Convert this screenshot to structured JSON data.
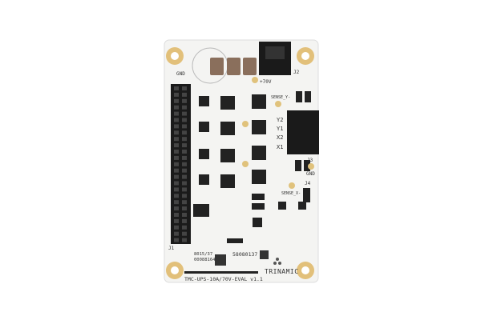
{
  "board": {
    "name": "TMC-UPS-10A/70V-EVAL v1.1",
    "brand": "TRINAMIC",
    "serial_1": "8015/37",
    "serial_2": "00088164",
    "part_number": "58080137",
    "labels": {
      "gnd_top": "GND",
      "v70": "+70V",
      "j1": "J1",
      "j2": "J2",
      "j3": "J3",
      "j4": "J4",
      "gnd_right": "GND",
      "sense_y": "SENSE_Y-",
      "sense_x": "SENSE_X-",
      "y2": "Y2",
      "y1": "Y1",
      "x2": "X2",
      "x1": "X1"
    },
    "colors": {
      "pcb": "#f4f4f2",
      "gold": "#d9b46a",
      "connector": "#1a1a1a"
    }
  }
}
